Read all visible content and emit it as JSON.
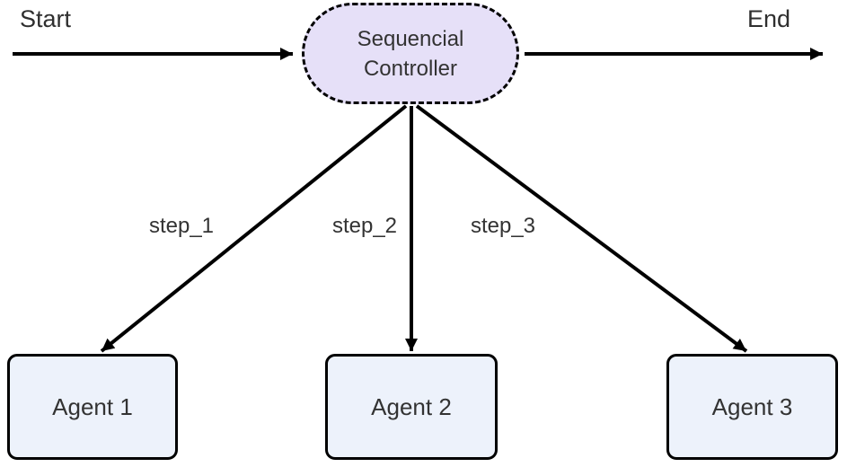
{
  "diagram": {
    "type": "flowchart",
    "background_color": "#ffffff",
    "edge_color": "#000000",
    "text_color": "#333333",
    "start_label": "Start",
    "end_label": "End",
    "controller": {
      "label_line1": "Sequencial",
      "label_line2": "Controller",
      "fill": "#e6e0f8",
      "border_color": "#000000",
      "border_style": "dashed",
      "shape": "stadium"
    },
    "edge_labels": [
      "step_1",
      "step_2",
      "step_3"
    ],
    "agents": [
      {
        "label": "Agent 1"
      },
      {
        "label": "Agent 2"
      },
      {
        "label": "Agent 3"
      }
    ],
    "agent_fill": "#edf2fb",
    "agent_border_color": "#000000",
    "edges": [
      {
        "from": "Start",
        "to": "Sequencial Controller",
        "label": ""
      },
      {
        "from": "Sequencial Controller",
        "to": "End",
        "label": ""
      },
      {
        "from": "Sequencial Controller",
        "to": "Agent 1",
        "label": "step_1"
      },
      {
        "from": "Sequencial Controller",
        "to": "Agent 2",
        "label": "step_2"
      },
      {
        "from": "Sequencial Controller",
        "to": "Agent 3",
        "label": "step_3"
      }
    ]
  }
}
